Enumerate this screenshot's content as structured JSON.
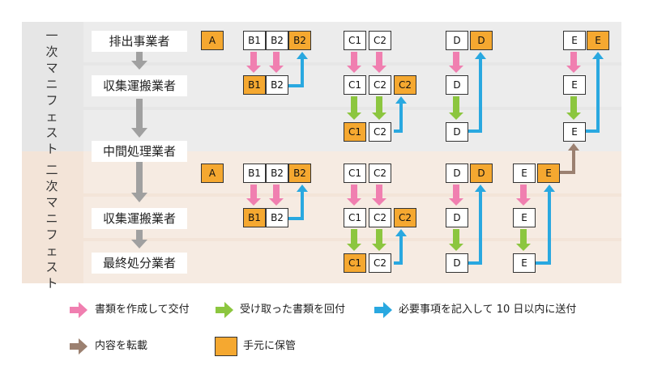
{
  "sections": {
    "primary": {
      "label_chars": [
        "一",
        "次",
        "マ",
        "ニ",
        "フ",
        "ェ",
        "ス",
        "ト"
      ],
      "band_color": "#e6e6e6"
    },
    "secondary": {
      "label_chars": [
        "二",
        "次",
        "マ",
        "ニ",
        "フ",
        "ェ",
        "ス",
        "ト"
      ],
      "band_color": "#f3e4d8"
    }
  },
  "roles": {
    "emitter": "排出事業者",
    "collector1": "収集運搬業者",
    "intermediate": "中間処理業者",
    "collector2": "収集運搬業者",
    "final": "最終処分業者"
  },
  "copies": {
    "A": "A",
    "B1": "B1",
    "B2": "B2",
    "C1": "C1",
    "C2": "C2",
    "D": "D",
    "E": "E"
  },
  "legend": {
    "pink": "書類を作成して交付",
    "green": "受け取った書類を回付",
    "blue": "必要事項を記入して 10 日以内に送付",
    "brown": "内容を転載",
    "keep": "手元に保管"
  },
  "colors": {
    "pink": "#f07fb0",
    "green": "#8cc63f",
    "blue": "#29a8e0",
    "brown": "#9b8070",
    "gray": "#a0a0a0",
    "keep": "#f5a830"
  }
}
